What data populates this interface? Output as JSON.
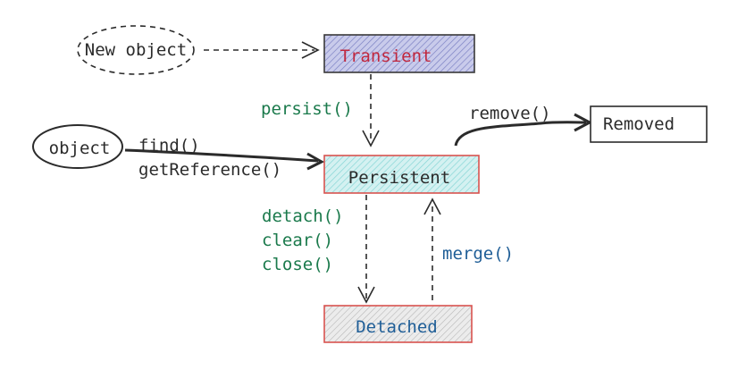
{
  "colors": {
    "ink": "#2b2b2b",
    "green_label": "#1b7a4c",
    "blue_label": "#1f5e97",
    "transient_fill": "#9ea3d6",
    "transient_border": "#3a3a3a",
    "transient_text": "#c0283f",
    "persistent_fill": "#9fdfdf",
    "persistent_border": "#d9534f",
    "detached_fill": "#c8c8c8",
    "detached_border": "#d9534f",
    "detached_text": "#1f5e97",
    "removed_border": "#2b2b2b"
  },
  "nodes": {
    "new_object": "New object",
    "object": "object",
    "transient": "Transient",
    "persistent": "Persistent",
    "detached": "Detached",
    "removed": "Removed"
  },
  "labels": {
    "persist": "persist()",
    "find": "find()",
    "get_reference": "getReference()",
    "remove": "remove()",
    "detach": "detach()",
    "clear": "clear()",
    "close": "close()",
    "merge": "merge()"
  }
}
